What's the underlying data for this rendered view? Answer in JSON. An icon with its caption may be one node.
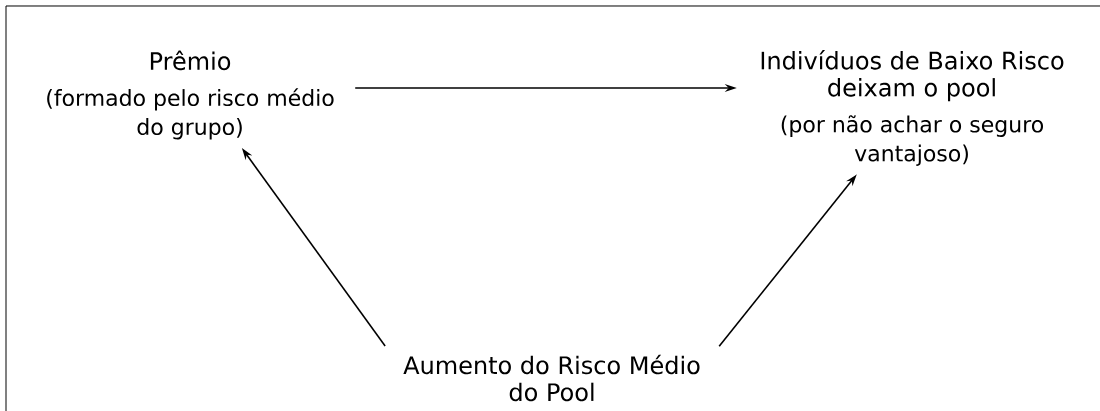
{
  "diagram": {
    "nodes": [
      {
        "text": [
          "Prêmio",
          "(formado pelo risco médio do grupo)"
        ]
      },
      {
        "text": [
          "Indivíduos de Baixo Risco deixam o pool",
          "(por não achar o seguro vantajoso)"
        ]
      },
      {
        "text": [
          "Aumento do Risco Médio do Pool"
        ]
      }
    ],
    "edges": [
      {
        "from": 0,
        "to": 1,
        "arrow": "to"
      },
      {
        "from": 2,
        "to": 0,
        "arrow": "to"
      },
      {
        "from": 2,
        "to": 1,
        "arrow": "to"
      }
    ]
  }
}
